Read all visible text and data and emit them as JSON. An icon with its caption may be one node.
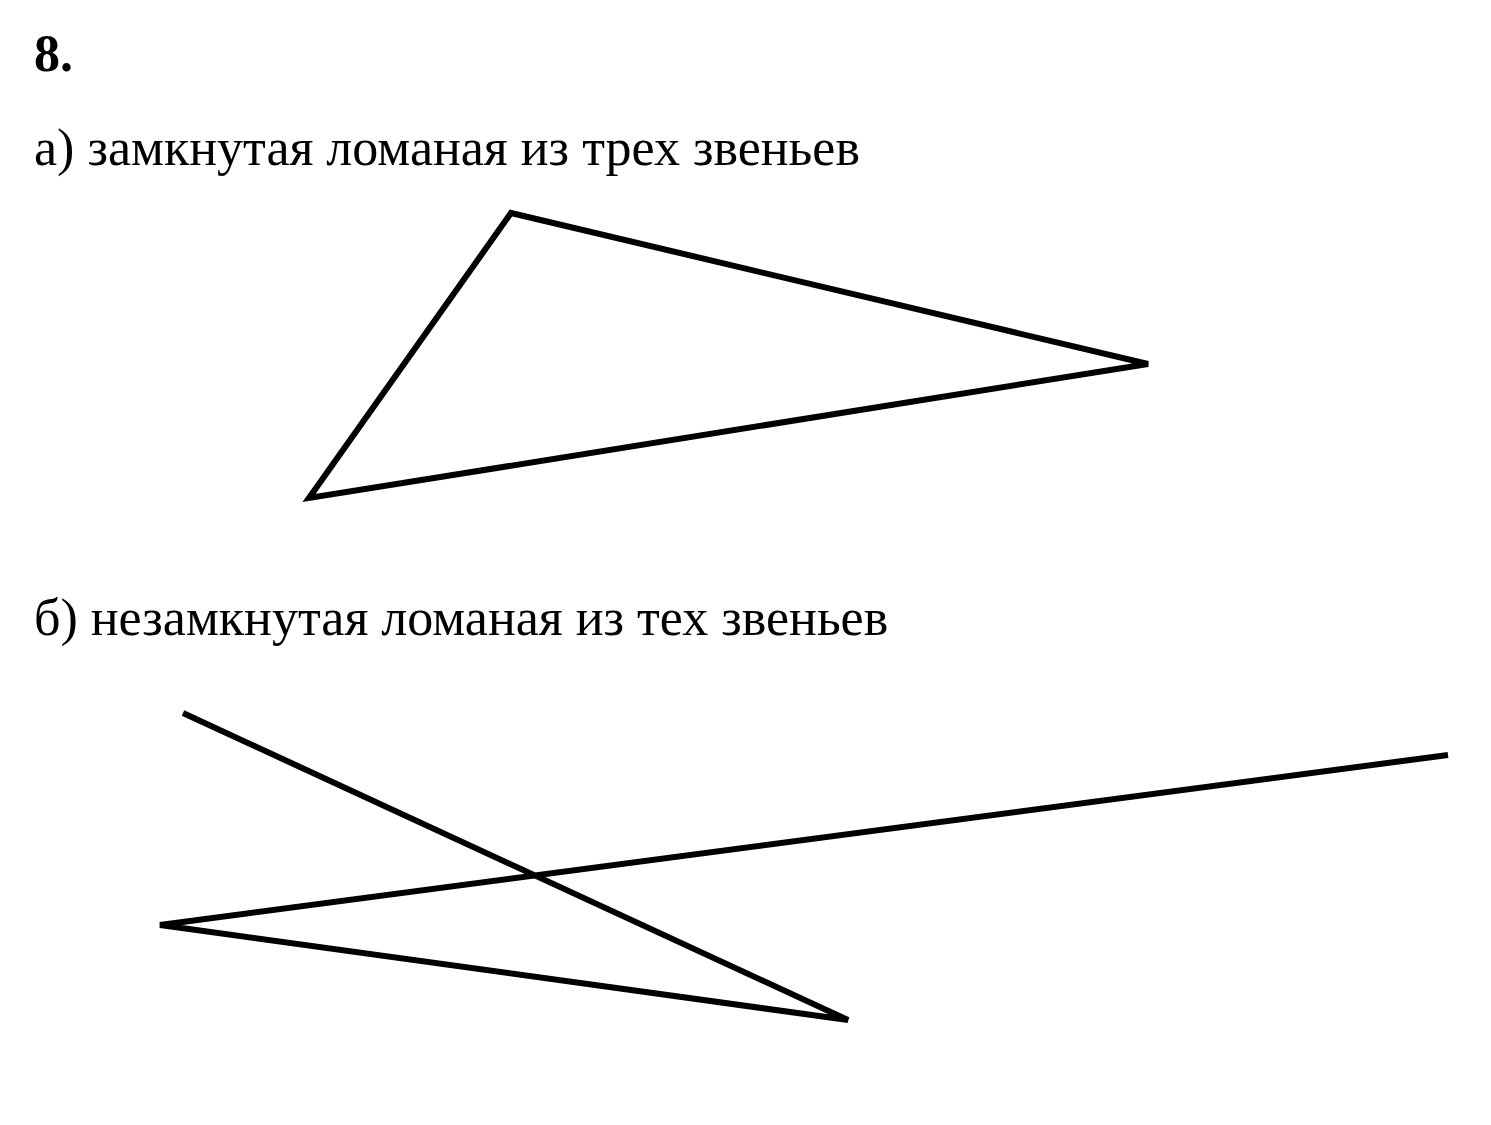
{
  "diagram": {
    "title": "8.",
    "labels": [
      "а) замкнутая ломаная из трех звеньев",
      "б) незамкнутая ломаная из тех звеньев"
    ]
  }
}
